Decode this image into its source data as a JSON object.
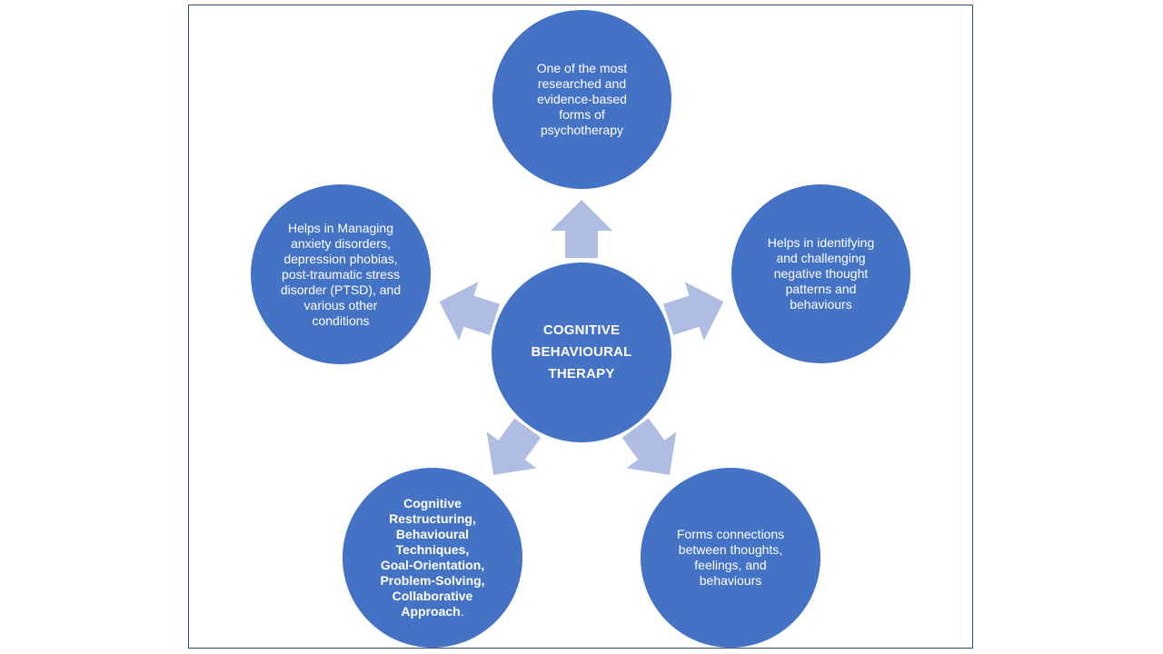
{
  "diagram": {
    "center": {
      "label": "COGNITIVE\nBEHAVIOURAL\nTHERAPY"
    },
    "nodes": {
      "top": "One of the most\nresearched and\nevidence-based\nforms of\npsychotherapy",
      "right": "Helps in identifying\nand challenging\nnegative thought\npatterns and\nbehaviours",
      "bottom_right": "Forms connections\nbetween thoughts,\nfeelings, and\nbehaviours",
      "bottom_left": "Cognitive\nRestructuring,\nBehavioural\nTechniques,\nGoal-Orientation,\nProblem-Solving,\nCollaborative\nApproach",
      "bottom_left_suffix": ".",
      "left": "Helps in Managing\nanxiety disorders,\ndepression phobias,\npost-traumatic stress\ndisorder (PTSD), and\nvarious other\nconditions"
    },
    "colors": {
      "circle_fill": "#4472c4",
      "arrow_fill": "#b0bde2",
      "frame_border": "#2f4a6e",
      "text": "#ffffff"
    }
  }
}
